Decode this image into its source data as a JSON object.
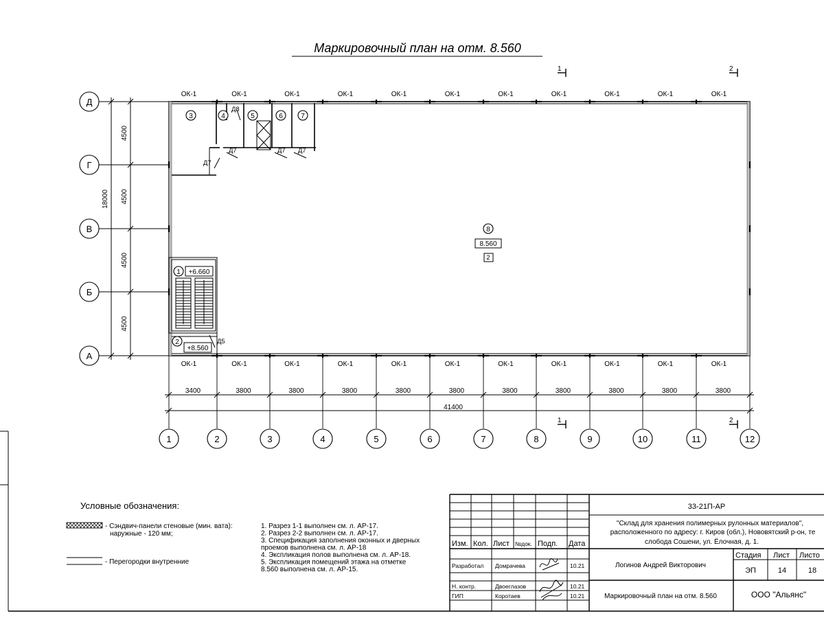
{
  "sheet": {
    "title": "Маркировочный план на отм. 8.560"
  },
  "plan": {
    "window_mark": "ОК-1",
    "grid_letters": [
      "Д",
      "Г",
      "В",
      "Б",
      "А"
    ],
    "grid_numbers": [
      "1",
      "2",
      "3",
      "4",
      "5",
      "6",
      "7",
      "8",
      "9",
      "10",
      "11",
      "12"
    ],
    "dims_vertical": [
      "4500",
      "4500",
      "4500",
      "4500"
    ],
    "dim_vertical_total": "18000",
    "dims_horizontal": [
      "3400",
      "3800",
      "3800",
      "3800",
      "3800",
      "3800",
      "3800",
      "3800",
      "3800",
      "3800",
      "3800"
    ],
    "dim_horizontal_total": "41400",
    "section_1": "1",
    "section_2": "2",
    "rooms": {
      "r1": "1",
      "r1_mark": "+6.660",
      "r2": "2",
      "r2_mark": "+8.560",
      "r3": "3",
      "r4": "4",
      "r5": "5",
      "r6": "6",
      "r7": "7",
      "r8": "8",
      "r8_mark": "8.560",
      "r8_area_note": "2"
    },
    "doors": {
      "d5": "Д5",
      "d7": "Д7",
      "d8": "Д8"
    }
  },
  "legend": {
    "title": "Условные обозначения:",
    "item1_line1": "- Сэндвич-панели стеновые (мин. вата):",
    "item1_line2": "наружные - 120 мм;",
    "item2": "- Перегородки внутренние"
  },
  "notes": [
    "1. Разрез 1-1 выполнен см. л. АР-17.",
    "2. Разрез 2-2 выполнен см. л. АР-17.",
    "3. Спецификация заполнения оконных и дверных",
    "проемов выполнена см. л. АР-18",
    "4. Экспликация полов выполнена см. л. АР-18.",
    "5.       Экспликация помещений этажа на отметке",
    "8.560 выполнена см. л. АР-15."
  ],
  "stamp": {
    "code": "33-21П-АР",
    "project_line1": "\"Склад для хранения полимерных рулонных материалов\",",
    "project_line2": "расположенного по адресу: г. Киров (обл.), Нововятский р-он, те",
    "project_line3": "слобода Сошени, ул. Ёлочная, д. 1.",
    "h_izm": "Изм.",
    "h_kol": "Кол.",
    "h_list": "Лист",
    "h_ndok": "№док.",
    "h_podp": "Подп.",
    "h_data": "Дата",
    "row1_role": "Разработал",
    "row1_name": "Домрачева",
    "row1_date": "10.21",
    "row2_role": "Н. контр.",
    "row2_name": "Двоеглазов",
    "row2_date": "10.21",
    "row3_role": "ГИП",
    "row3_name": "Коротаев",
    "row3_date": "10.21",
    "author": "Логинов Андрей Викторович",
    "h_stage": "Стадия",
    "h_sheet": "Лист",
    "h_sheets": "Листо",
    "stage": "ЭП",
    "sheet_no": "14",
    "sheets_total": "18",
    "drawing_name": "Маркировочный план на отм. 8.560",
    "company": "ООО \"Альянс\""
  }
}
